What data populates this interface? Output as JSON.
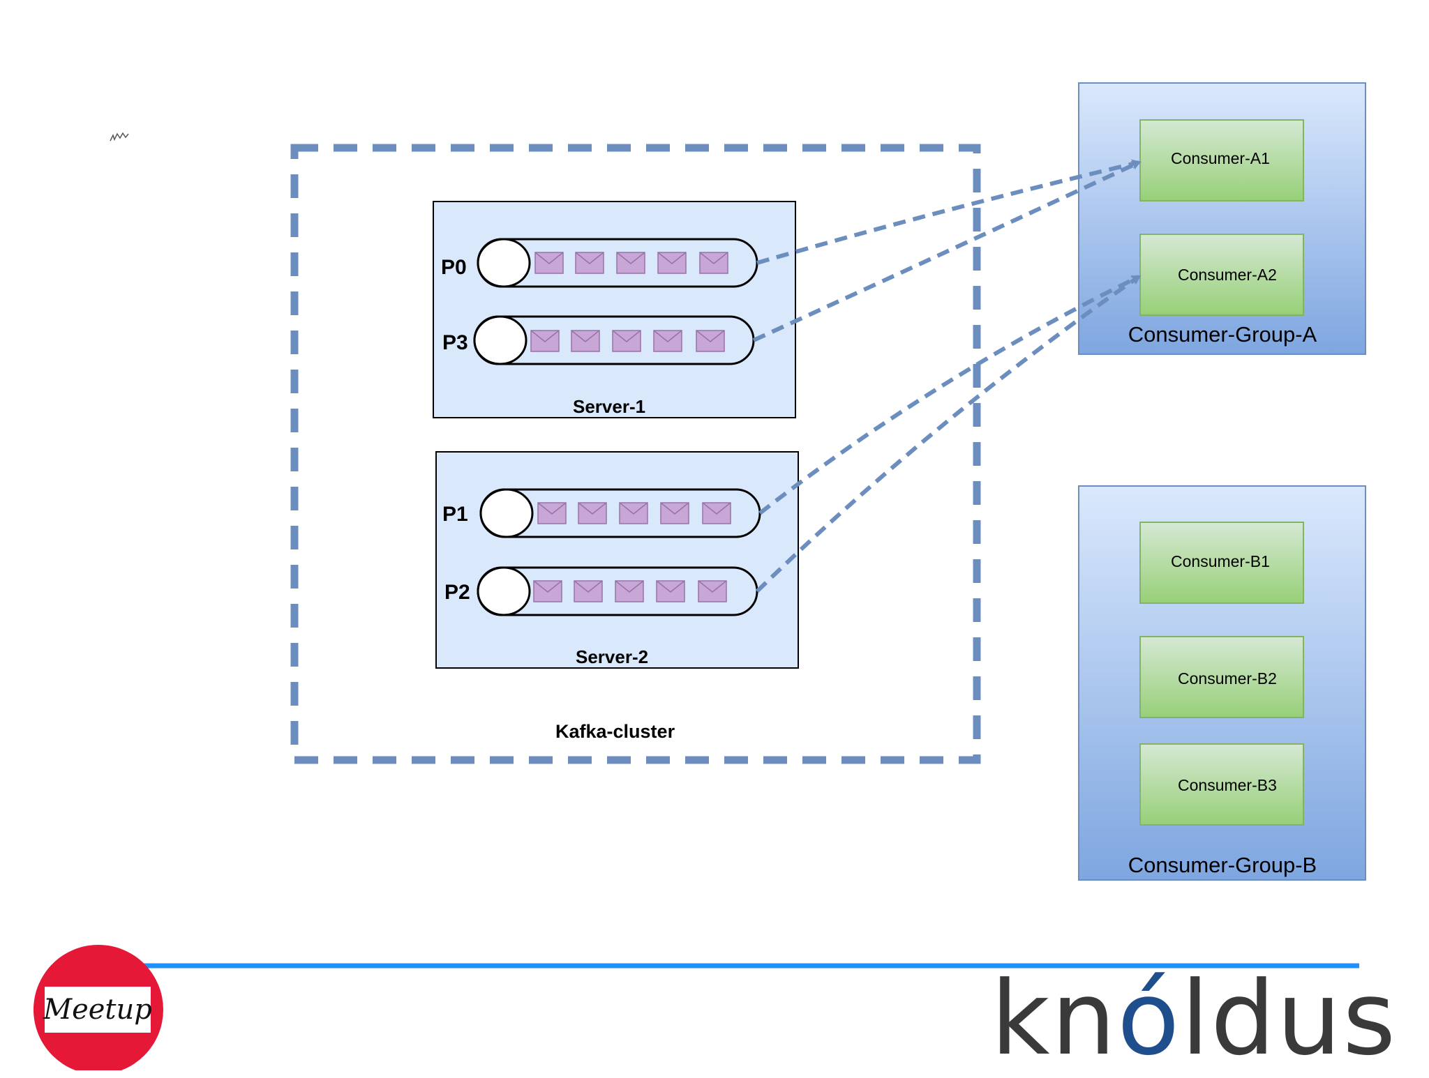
{
  "cluster": {
    "label": "Kafka-cluster"
  },
  "servers": [
    {
      "label": "Server-1",
      "partitions": [
        {
          "label": "P0",
          "messages": 5
        },
        {
          "label": "P3",
          "messages": 5
        }
      ]
    },
    {
      "label": "Server-2",
      "partitions": [
        {
          "label": "P1",
          "messages": 5
        },
        {
          "label": "P2",
          "messages": 5
        }
      ]
    }
  ],
  "consumer_groups": [
    {
      "label": "Consumer-Group-A",
      "consumers": [
        "Consumer-A1",
        "Consumer-A2"
      ]
    },
    {
      "label": "Consumer-Group-B",
      "consumers": [
        "Consumer-B1",
        "Consumer-B2",
        "Consumer-B3"
      ]
    }
  ],
  "connections": [
    {
      "from": "P0",
      "to": "Consumer-A1"
    },
    {
      "from": "P3",
      "to": "Consumer-A1"
    },
    {
      "from": "P1",
      "to": "Consumer-A2"
    },
    {
      "from": "P2",
      "to": "Consumer-A2"
    }
  ],
  "footer": {
    "meetup_logo_text": "Meetup",
    "brand_text_before": "kn",
    "brand_text_accent": "ó",
    "brand_text_after": "ldus"
  },
  "colors": {
    "cluster_border": "#6c8ebf",
    "arrow": "#6c8ebf",
    "server_fill": "#dae8fc",
    "message_fill": "#c8a7d6",
    "consumer_fill": "#97d077",
    "footer_line": "#1e90ff",
    "meetup_red": "#e51937"
  }
}
